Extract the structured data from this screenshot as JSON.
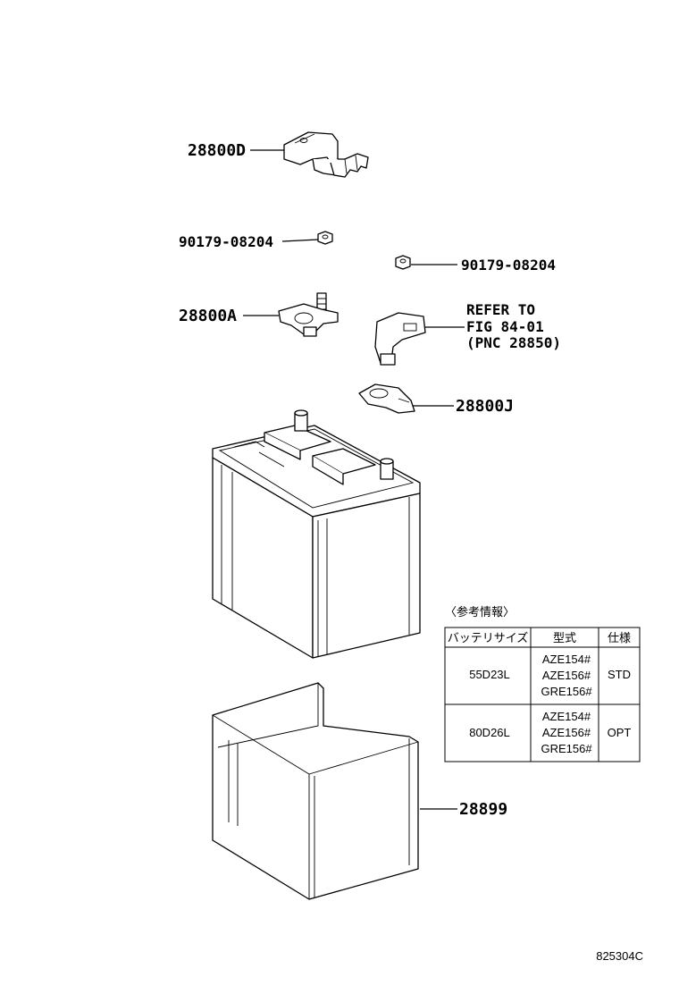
{
  "callouts": {
    "bracket_d": "28800D",
    "nut_left": "90179-08204",
    "nut_right": "90179-08204",
    "clamp_a": "28800A",
    "refer_line1": "REFER TO",
    "refer_line2": "FIG 84-01",
    "refer_line3": "(PNC 28850)",
    "clamp_j": "28800J",
    "tray": "28899"
  },
  "reference_table": {
    "caption": "〈参考情報〉",
    "headers": [
      "バッテリサイズ",
      "型式",
      "仕様"
    ],
    "rows": [
      {
        "size": "55D23L",
        "models": [
          "AZE154#",
          "AZE156#",
          "GRE156#"
        ],
        "spec": "STD"
      },
      {
        "size": "80D26L",
        "models": [
          "AZE154#",
          "AZE156#",
          "GRE156#"
        ],
        "spec": "OPT"
      }
    ]
  },
  "figure_id": "825304C"
}
